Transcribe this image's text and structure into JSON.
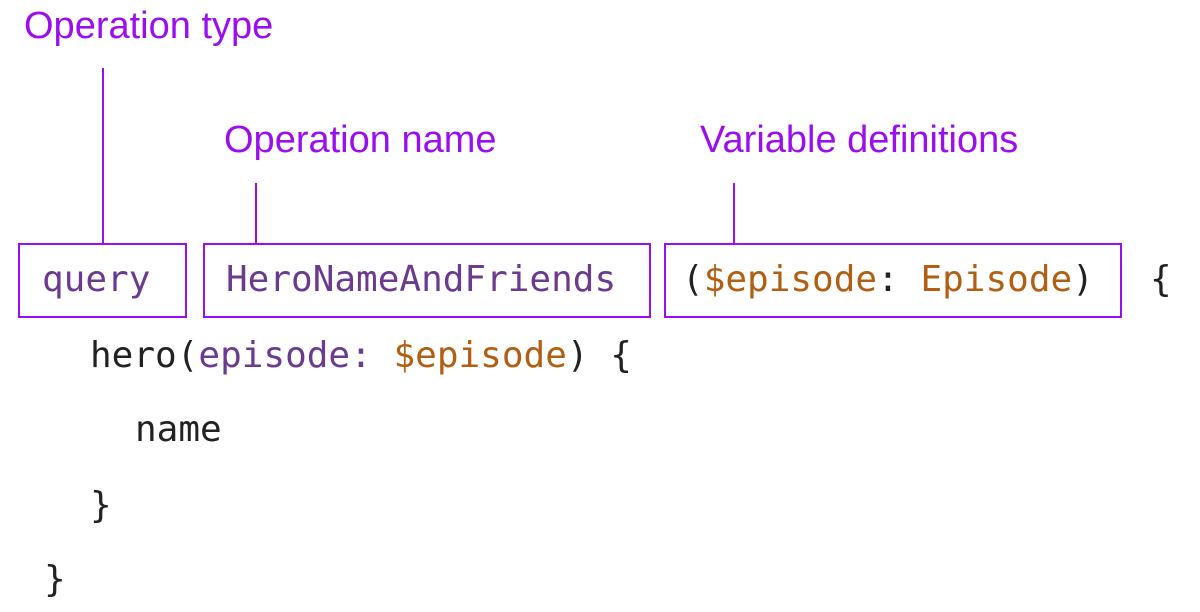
{
  "colors": {
    "annotation": "#9b0fee",
    "keyword": "#6a3b8f",
    "variable": "#b15f12",
    "plain": "#222222",
    "background": "#ffffff"
  },
  "labels": {
    "operation_type": "Operation type",
    "operation_name": "Operation name",
    "variable_definitions": "Variable definitions"
  },
  "code": {
    "keyword": "query",
    "operation_name": "HeroNameAndFriends",
    "var_open_paren": "(",
    "var_name": "$episode",
    "var_colon": ":",
    "var_type": "Episode",
    "var_close_paren": ")",
    "open_brace": "{",
    "field_name": "hero",
    "field_open_paren": "(",
    "arg_name": "episode",
    "arg_colon": ":",
    "arg_value": "$episode",
    "field_close_paren_brace": ") {",
    "subfield": "name",
    "inner_close_brace": "}",
    "outer_close_brace": "}"
  }
}
